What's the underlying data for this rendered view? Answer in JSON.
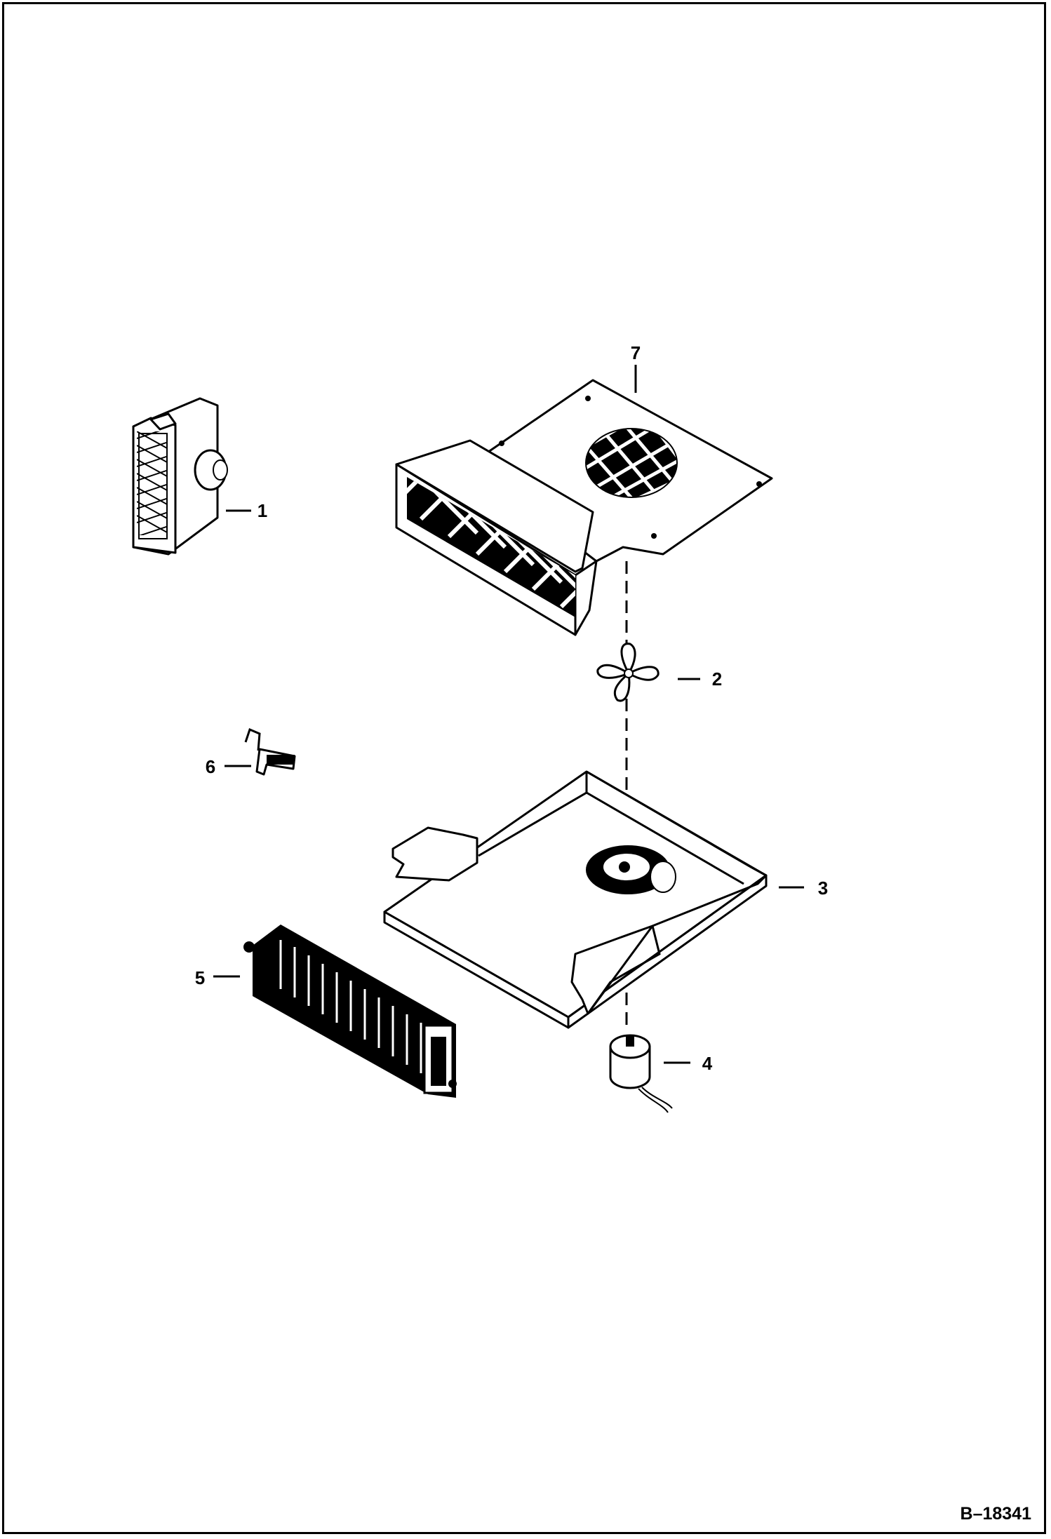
{
  "diagram": {
    "callouts": [
      {
        "id": "1",
        "label": "1"
      },
      {
        "id": "2",
        "label": "2"
      },
      {
        "id": "3",
        "label": "3"
      },
      {
        "id": "4",
        "label": "4"
      },
      {
        "id": "5",
        "label": "5"
      },
      {
        "id": "6",
        "label": "6"
      },
      {
        "id": "7",
        "label": "7"
      }
    ],
    "figure_ref": "B–18341"
  }
}
